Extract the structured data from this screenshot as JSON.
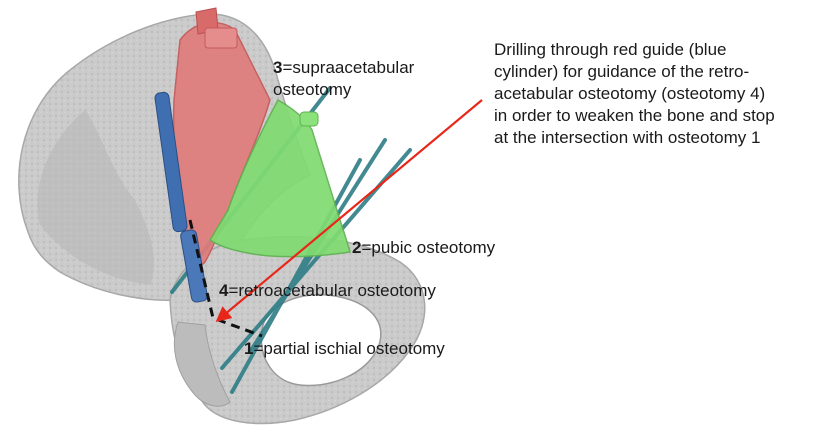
{
  "annotations": {
    "supraacetabular": {
      "number": "3",
      "text_line1": "=supraacetabular",
      "text_line2": "osteotomy"
    },
    "pubic": {
      "number": "2",
      "text": "=pubic osteotomy"
    },
    "retroacetabular": {
      "number": "4",
      "text": "=retroacetabular osteotomy"
    },
    "ischial": {
      "number": "1",
      "text": "=partial ischial osteotomy"
    }
  },
  "callout": {
    "lines": [
      "Drilling through red guide (blue",
      "cylinder) for guidance of the retro-",
      "acetabular osteotomy (osteotomy 4)",
      "in order to weaken the bone and stop",
      "at the intersection with osteotomy 1"
    ]
  },
  "colors": {
    "bone": "#c9c9c9",
    "bone_shadow": "#9a9a9a",
    "red_guide": "#e07b7b",
    "green_guide": "#7fdc6f",
    "blue_cylinder": "#3f6fb0",
    "teal_lines": "#2e7d86",
    "arrow": "#e8261a",
    "dashed_path": "#111111"
  }
}
